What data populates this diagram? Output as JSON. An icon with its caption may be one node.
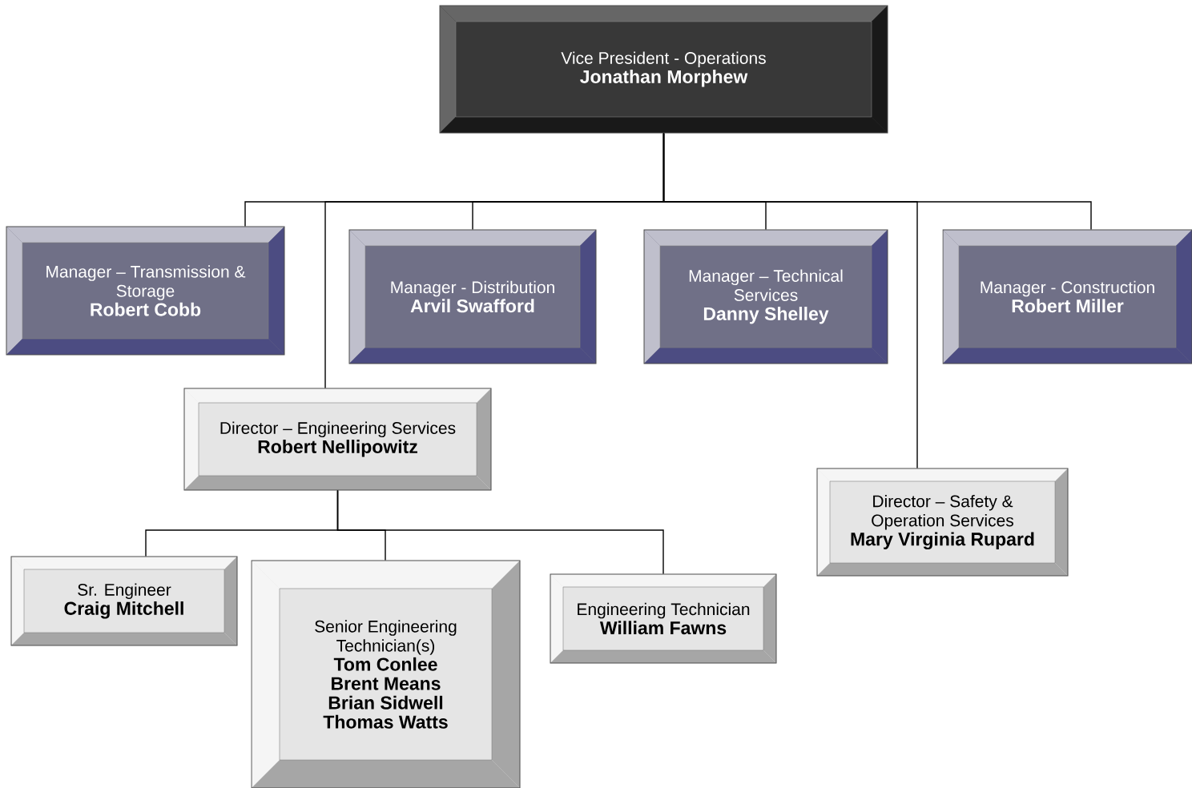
{
  "diagram": {
    "nodes": [
      {
        "text": [
          "Vice President - Operations",
          "Jonathan Morphew"
        ]
      },
      {
        "text": [
          "Manager – Transmission & Storage",
          "Robert Cobb"
        ]
      },
      {
        "text": [
          "Manager - Distribution",
          "Arvil Swafford"
        ]
      },
      {
        "text": [
          "Manager – Technical Services",
          "Danny Shelley"
        ]
      },
      {
        "text": [
          "Manager - Construction",
          "Robert Miller"
        ]
      },
      {
        "text": [
          "Director – Engineering Services",
          "Robert Nellipowitz"
        ]
      },
      {
        "text": [
          "Director – Safety & Operation Services",
          "Mary Virginia Rupard"
        ]
      },
      {
        "text": [
          "Sr. Engineer",
          "Craig Mitchell"
        ]
      },
      {
        "text": [
          "Senior Engineering Technician(s)",
          "Tom Conlee",
          "Brent Means",
          "Brian Sidwell",
          "Thomas Watts"
        ]
      },
      {
        "text": [
          "Engineering Technician",
          "William Fawns"
        ]
      }
    ],
    "edges": [
      {
        "from": 0,
        "to": 1,
        "arrow": "none"
      },
      {
        "from": 0,
        "to": 5,
        "arrow": "none"
      },
      {
        "from": 0,
        "to": 2,
        "arrow": "none"
      },
      {
        "from": 0,
        "to": 3,
        "arrow": "none"
      },
      {
        "from": 0,
        "to": 6,
        "arrow": "none"
      },
      {
        "from": 0,
        "to": 4,
        "arrow": "none"
      },
      {
        "from": 5,
        "to": 7,
        "arrow": "none"
      },
      {
        "from": 5,
        "to": 8,
        "arrow": "none"
      },
      {
        "from": 5,
        "to": 9,
        "arrow": "none"
      }
    ]
  }
}
